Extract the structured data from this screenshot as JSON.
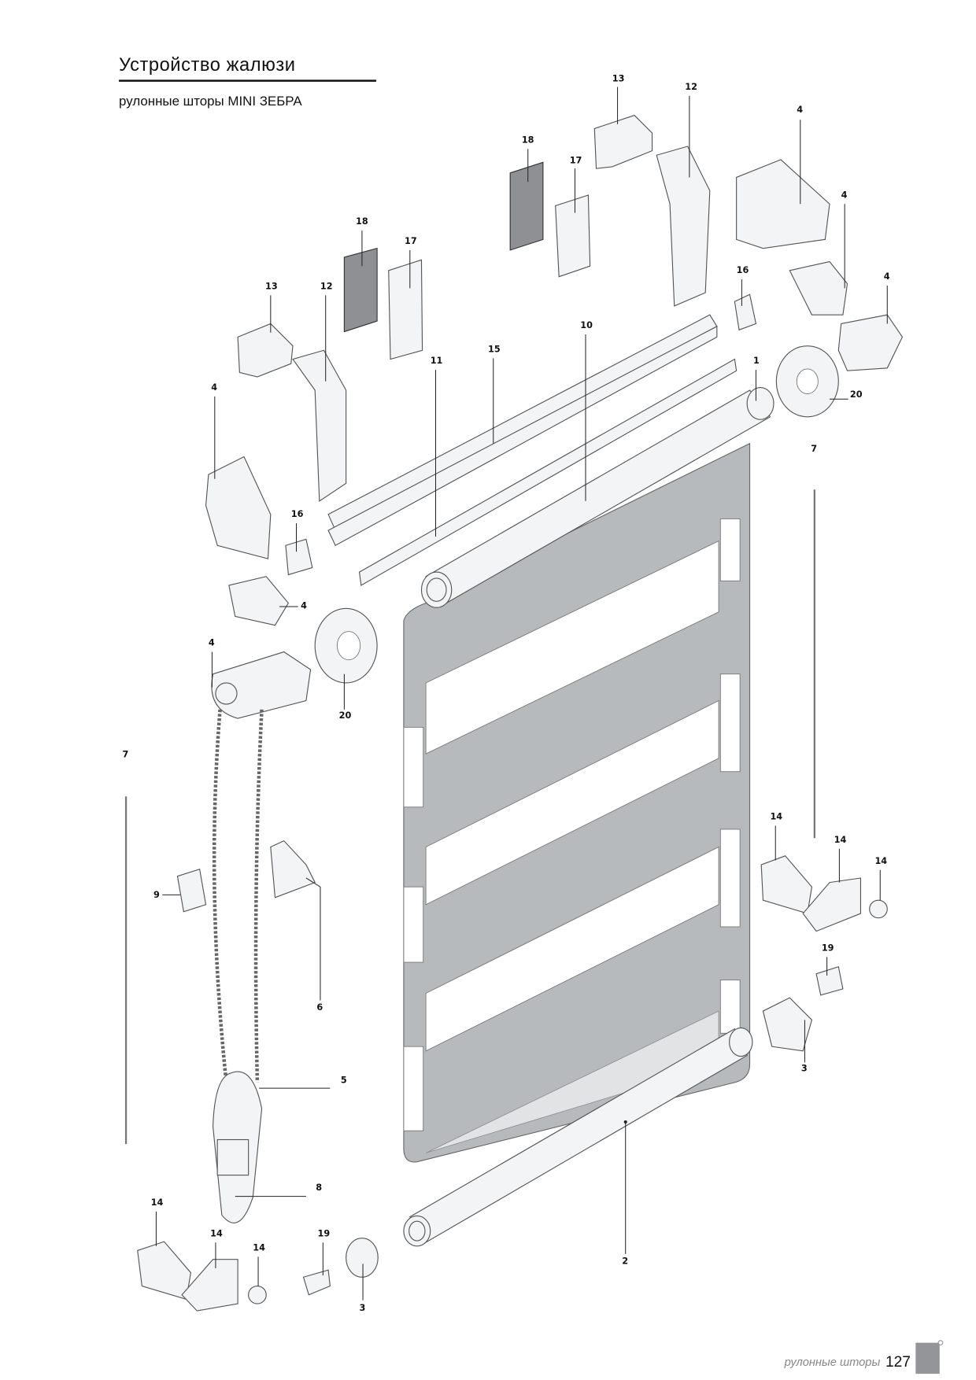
{
  "header": {
    "title": "Устройство жалюзи",
    "subtitle": "рулонные шторы MINI ЗЕБРА"
  },
  "diagram": {
    "labels": [
      "13",
      "12",
      "4",
      "18",
      "17",
      "4",
      "18",
      "17",
      "13",
      "12",
      "16",
      "4",
      "10",
      "15",
      "11",
      "1",
      "20",
      "4",
      "7",
      "16",
      "4",
      "4",
      "20",
      "7",
      "14",
      "14",
      "14",
      "9",
      "19",
      "6",
      "3",
      "5",
      "8",
      "14",
      "14",
      "19",
      "14",
      "3",
      "2"
    ]
  },
  "footer": {
    "section": "рулонные шторы",
    "page_number": "127"
  },
  "colors": {
    "fabric": "#b7babd",
    "tab": "#939598"
  }
}
